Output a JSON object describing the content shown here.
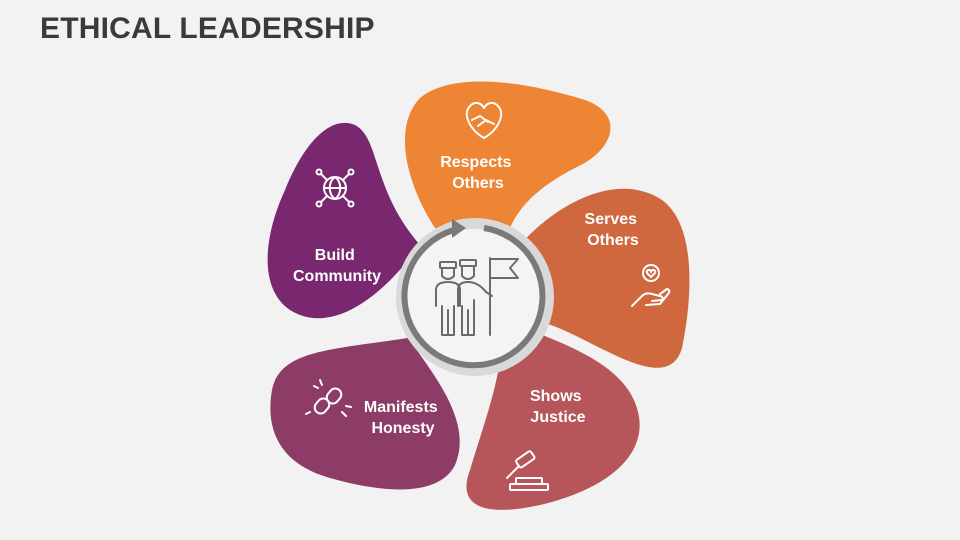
{
  "title": "ETHICAL LEADERSHIP",
  "colors": {
    "background": "#f2f2f2",
    "respects_others": "#ed8535",
    "serves_others": "#d0683f",
    "shows_justice": "#b6565a",
    "manifests_honesty": "#8c3c67",
    "build_community": "#79276e",
    "hub_ring": "#7a7a7a"
  },
  "petals": [
    {
      "id": "respects-others",
      "lines": [
        "Respects",
        "Others"
      ],
      "icon": "handshake-heart-icon"
    },
    {
      "id": "serves-others",
      "lines": [
        "Serves",
        "Others"
      ],
      "icon": "hand-heart-icon"
    },
    {
      "id": "shows-justice",
      "lines": [
        "Shows",
        "Justice"
      ],
      "icon": "gavel-icon"
    },
    {
      "id": "manifests-honesty",
      "lines": [
        "Manifests",
        "Honesty"
      ],
      "icon": "broken-chain-icon"
    },
    {
      "id": "build-community",
      "lines": [
        "Build",
        "Community"
      ],
      "icon": "network-globe-icon"
    }
  ],
  "hub": {
    "icon": "leaders-with-flag-icon"
  }
}
